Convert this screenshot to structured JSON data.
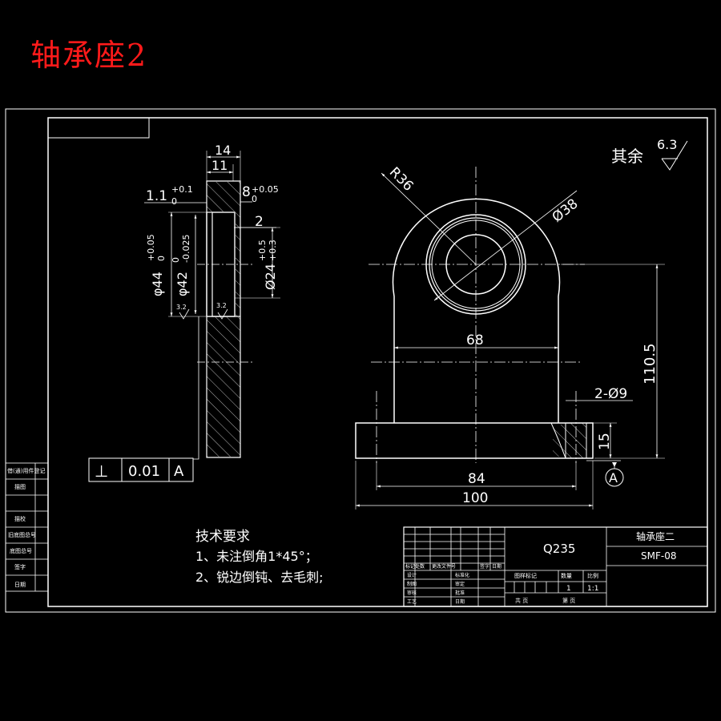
{
  "page_title": "轴承座2",
  "roughness_note": {
    "label": "其余",
    "value": "6.3"
  },
  "side_view": {
    "dims": {
      "width_total": "14",
      "width_inner": "11",
      "recess_depth": "1.1",
      "recess_depth_tol_upper": "+0.1",
      "recess_depth_tol_lower": "0",
      "groove_width": "8",
      "groove_width_tol_upper": "+0.05",
      "groove_width_tol_lower": "0",
      "chamfer": "2",
      "dia_44": "φ44",
      "dia_44_tol_upper": "+0.05",
      "dia_44_tol_lower": "0",
      "dia_42": "φ42",
      "dia_42_tol_upper": "0",
      "dia_42_tol_lower": "-0.025",
      "dia_24": "Ø24",
      "dia_24_tol_upper": "+0.5",
      "dia_24_tol_lower": "+0.3",
      "rough_left": "3.2",
      "rough_right": "3.2"
    },
    "tolerance_frame": {
      "symbol": "⊥",
      "value": "0.01",
      "datum": "A"
    }
  },
  "front_view": {
    "dims": {
      "radius": "R36",
      "dia_38": "Ø38",
      "width_68": "68",
      "height_110": "110.5",
      "holes": "2-Ø9",
      "base_height": "15",
      "base_width_84": "84",
      "base_width_100": "100",
      "datum_label": "A"
    }
  },
  "tech_requirements": {
    "heading": "技术要求",
    "items": [
      "1、未注倒角1*45°；",
      "2、锐边倒钝、去毛刺;"
    ]
  },
  "title_block": {
    "material": "Q235",
    "part_name": "轴承座二",
    "drawing_no": "SMF-08",
    "quantity_header": "数量",
    "scale_header": "比例",
    "stage_header": "图样标记",
    "quantity": "1",
    "scale": "1:1",
    "sheets": "共    页",
    "sheet": "第    页",
    "change_row": [
      "标记处数",
      "更改文件号",
      "签字",
      "日期"
    ],
    "sign_rows": [
      [
        "设计",
        "标准化"
      ],
      [
        "制图",
        "审定"
      ],
      [
        "审核",
        "批准"
      ],
      [
        "工艺",
        "日期"
      ]
    ]
  },
  "side_strip": [
    "借(通)用件登记",
    "描图",
    "",
    "描校",
    "旧底图总号",
    "底图总号",
    "签字",
    "日期"
  ]
}
